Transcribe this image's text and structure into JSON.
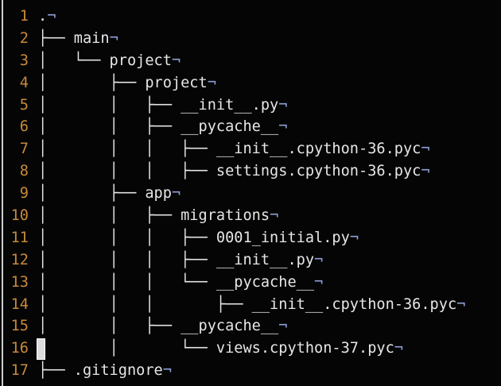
{
  "eol_marker": "¬",
  "colors": {
    "line_number": "#c98a3a",
    "text": "#e6e6e6",
    "eol_marker": "#8fa0d8",
    "background": "#050505"
  },
  "cursor_line": 16,
  "lines": [
    {
      "n": "1",
      "text": "."
    },
    {
      "n": "2",
      "text": "├── main"
    },
    {
      "n": "3",
      "text": "│   └── project"
    },
    {
      "n": "4",
      "text": "│       ├── project"
    },
    {
      "n": "5",
      "text": "│       │   ├── __init__.py"
    },
    {
      "n": "6",
      "text": "│       │   ├── __pycache__"
    },
    {
      "n": "7",
      "text": "│       │   │   ├── __init__.cpython-36.pyc"
    },
    {
      "n": "8",
      "text": "│       │   │   ├── settings.cpython-36.pyc"
    },
    {
      "n": "9",
      "text": "│       ├── app"
    },
    {
      "n": "10",
      "text": "│       │   ├── migrations"
    },
    {
      "n": "11",
      "text": "│       │   │   ├── 0001_initial.py"
    },
    {
      "n": "12",
      "text": "│       │   │   ├── __init__.py"
    },
    {
      "n": "13",
      "text": "│       │   │   └── __pycache__"
    },
    {
      "n": "14",
      "text": "│       │   │       ├── __init__.cpython-36.pyc"
    },
    {
      "n": "15",
      "text": "│       │   ├── __pycache__"
    },
    {
      "n": "16",
      "text": "│       │       └── views.cpython-37.pyc"
    },
    {
      "n": "17",
      "text": "├── .gitignore"
    }
  ]
}
